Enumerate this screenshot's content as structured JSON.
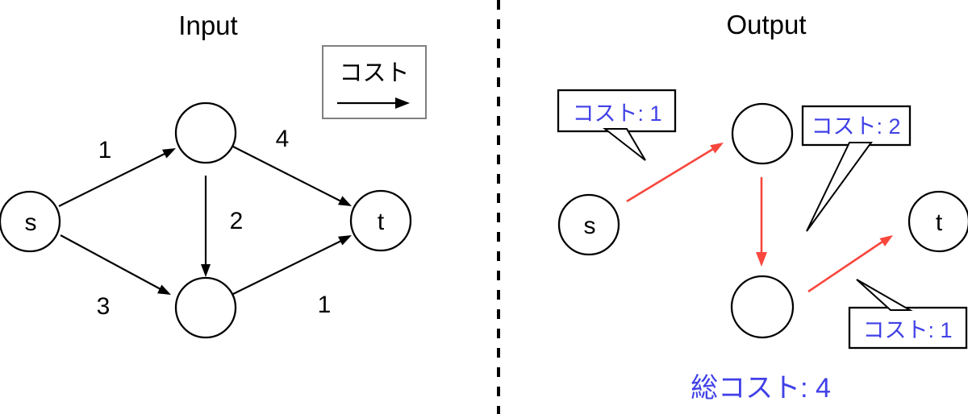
{
  "colors": {
    "ink": "#000000",
    "path_red": "#f8473d",
    "cost_blue": "#4040e8",
    "legend_border": "#808080"
  },
  "input": {
    "title": "Input",
    "legend": {
      "label": "コスト",
      "icon": "right-arrow-icon"
    },
    "nodes": {
      "s": "s",
      "top": "",
      "bottom": "",
      "t": "t"
    },
    "edges": [
      {
        "from": "s",
        "to": "top",
        "cost": "1"
      },
      {
        "from": "s",
        "to": "bottom",
        "cost": "3"
      },
      {
        "from": "top",
        "to": "bottom",
        "cost": "2"
      },
      {
        "from": "top",
        "to": "t",
        "cost": "4"
      },
      {
        "from": "bottom",
        "to": "t",
        "cost": "1"
      }
    ]
  },
  "output": {
    "title": "Output",
    "nodes": {
      "s": "s",
      "top": "",
      "bottom": "",
      "t": "t"
    },
    "path": [
      {
        "from": "s",
        "to": "top",
        "callout": "コスト: 1"
      },
      {
        "from": "top",
        "to": "bottom",
        "callout": "コスト: 2"
      },
      {
        "from": "bottom",
        "to": "t",
        "callout": "コスト: 1"
      }
    ],
    "total_label": "総コスト: 4"
  }
}
